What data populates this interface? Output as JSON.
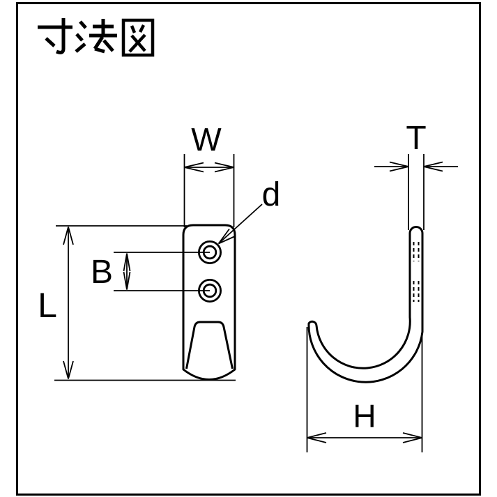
{
  "title": "寸法図",
  "labels": {
    "width": "W",
    "hole_diameter": "d",
    "hole_pitch": "B",
    "length": "L",
    "thickness": "T",
    "hook_depth": "H"
  },
  "colors": {
    "line": "#000000",
    "background": "#ffffff"
  }
}
